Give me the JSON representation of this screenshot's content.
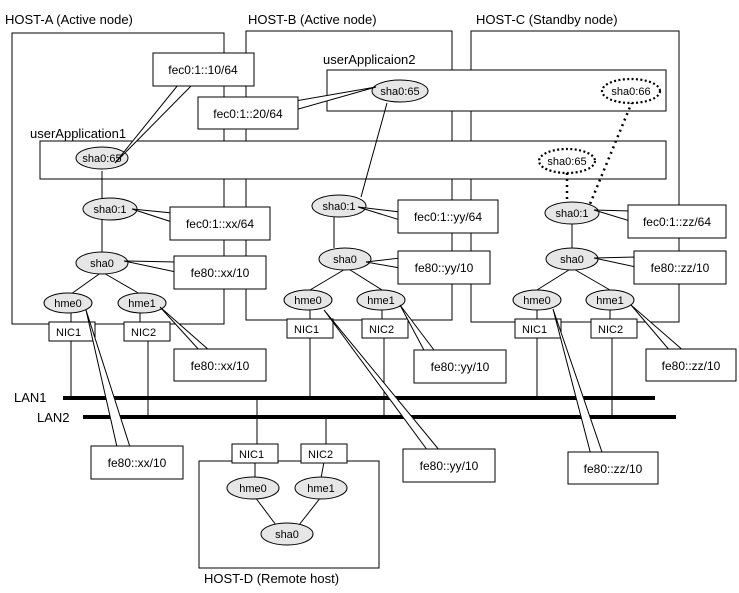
{
  "hosts": {
    "a": "HOST-A (Active node)",
    "b": "HOST-B (Active node)",
    "c": "HOST-C (Standby node)",
    "d": "HOST-D (Remote host)"
  },
  "apps": {
    "app1": "userApplication1",
    "app2": "userApplicaion2"
  },
  "lans": {
    "lan1": "LAN1",
    "lan2": "LAN2"
  },
  "nics": {
    "nic1": "NIC1",
    "nic2": "NIC2"
  },
  "ifaces": {
    "sha065": "sha0:65",
    "sha066": "sha0:66",
    "sha01": "sha0:1",
    "sha0": "sha0",
    "hme0": "hme0",
    "hme1": "hme1"
  },
  "addresses": {
    "app1_takeover": "fec0:1::10/64",
    "app2_takeover": "fec0:1::20/64",
    "a_sha01": "fec0:1::xx/64",
    "b_sha01": "fec0:1::yy/64",
    "c_sha01": "fec0:1::zz/64",
    "a_link": "fe80::xx/10",
    "b_link": "fe80::yy/10",
    "c_link": "fe80::zz/10"
  }
}
